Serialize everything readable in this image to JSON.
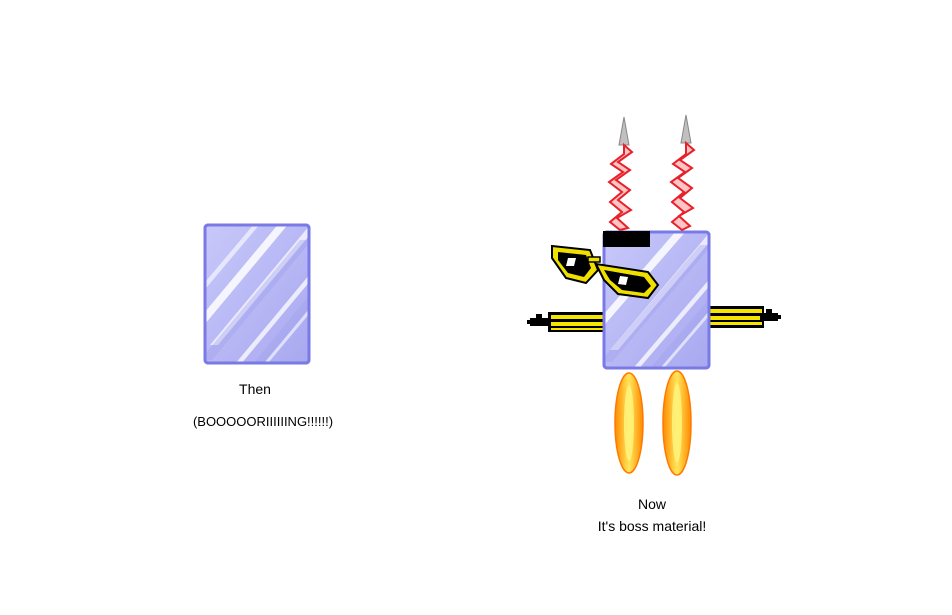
{
  "then": {
    "label": "Then",
    "sublabel": "(BOOOOORIIIIIING!!!!!!)"
  },
  "now": {
    "label": "Now",
    "sublabel": "It's boss material!"
  },
  "colors": {
    "panel_fill": "#b4b4f4",
    "panel_border": "#7a7ae6",
    "panel_stripe": "#ffffff",
    "panel_stripe_dark": "#9a9aec",
    "glasses_frame": "#f0e000",
    "gun_yellow": "#f5e600",
    "flame_outer": "#ff9a00",
    "flame_inner": "#ffe24a",
    "spike_red": "#e8202a",
    "spike_pink": "#ffc4c4"
  }
}
